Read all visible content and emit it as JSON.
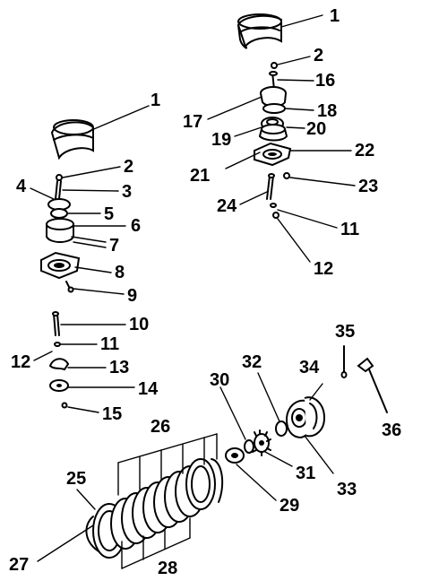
{
  "diagram": {
    "callouts": [
      "1",
      "2",
      "16",
      "17",
      "18",
      "19",
      "20",
      "21",
      "22",
      "23",
      "24",
      "11",
      "12",
      "1",
      "2",
      "3",
      "4",
      "5",
      "6",
      "7",
      "8",
      "9",
      "10",
      "11",
      "12",
      "13",
      "14",
      "15",
      "35",
      "32",
      "34",
      "30",
      "36",
      "31",
      "33",
      "26",
      "25",
      "29",
      "27",
      "28"
    ]
  }
}
